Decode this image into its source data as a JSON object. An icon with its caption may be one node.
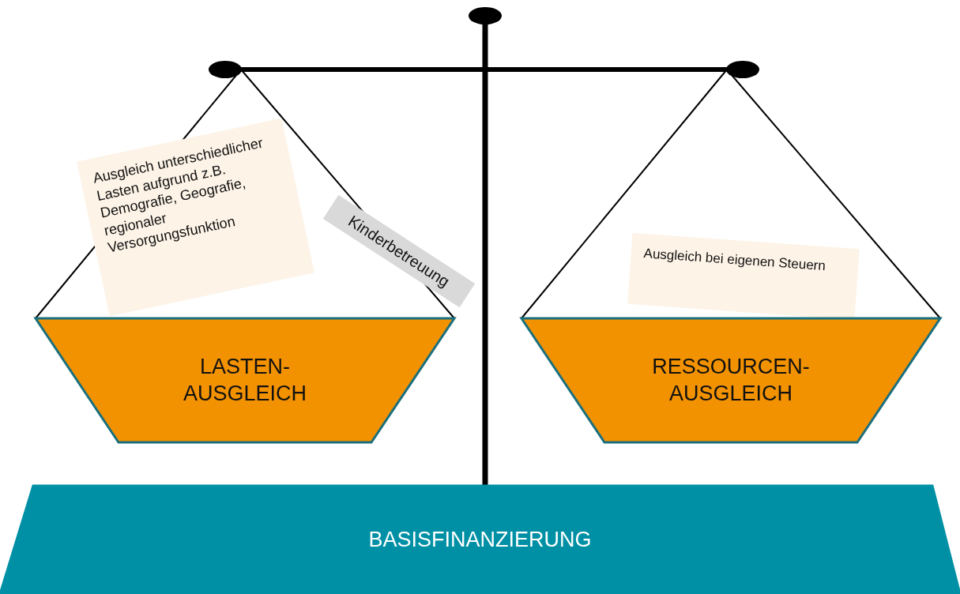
{
  "diagram": {
    "nodes": [
      {
        "text": [
          "Ausgleich unterschiedlicher Lasten aufgrund z.B. Demografie, Geografie, regionaler Versorgungsfunktion"
        ]
      },
      {
        "text": [
          "Kinderbetreuung"
        ]
      },
      {
        "text": [
          "Ausgleich bei eigenen Steuern"
        ]
      },
      {
        "text": [
          "LASTEN- AUSGLEICH"
        ]
      },
      {
        "text": [
          "RESSOURCEN- AUSGLEICH"
        ]
      },
      {
        "text": [
          "BASISFINANZIERUNG"
        ]
      }
    ]
  }
}
